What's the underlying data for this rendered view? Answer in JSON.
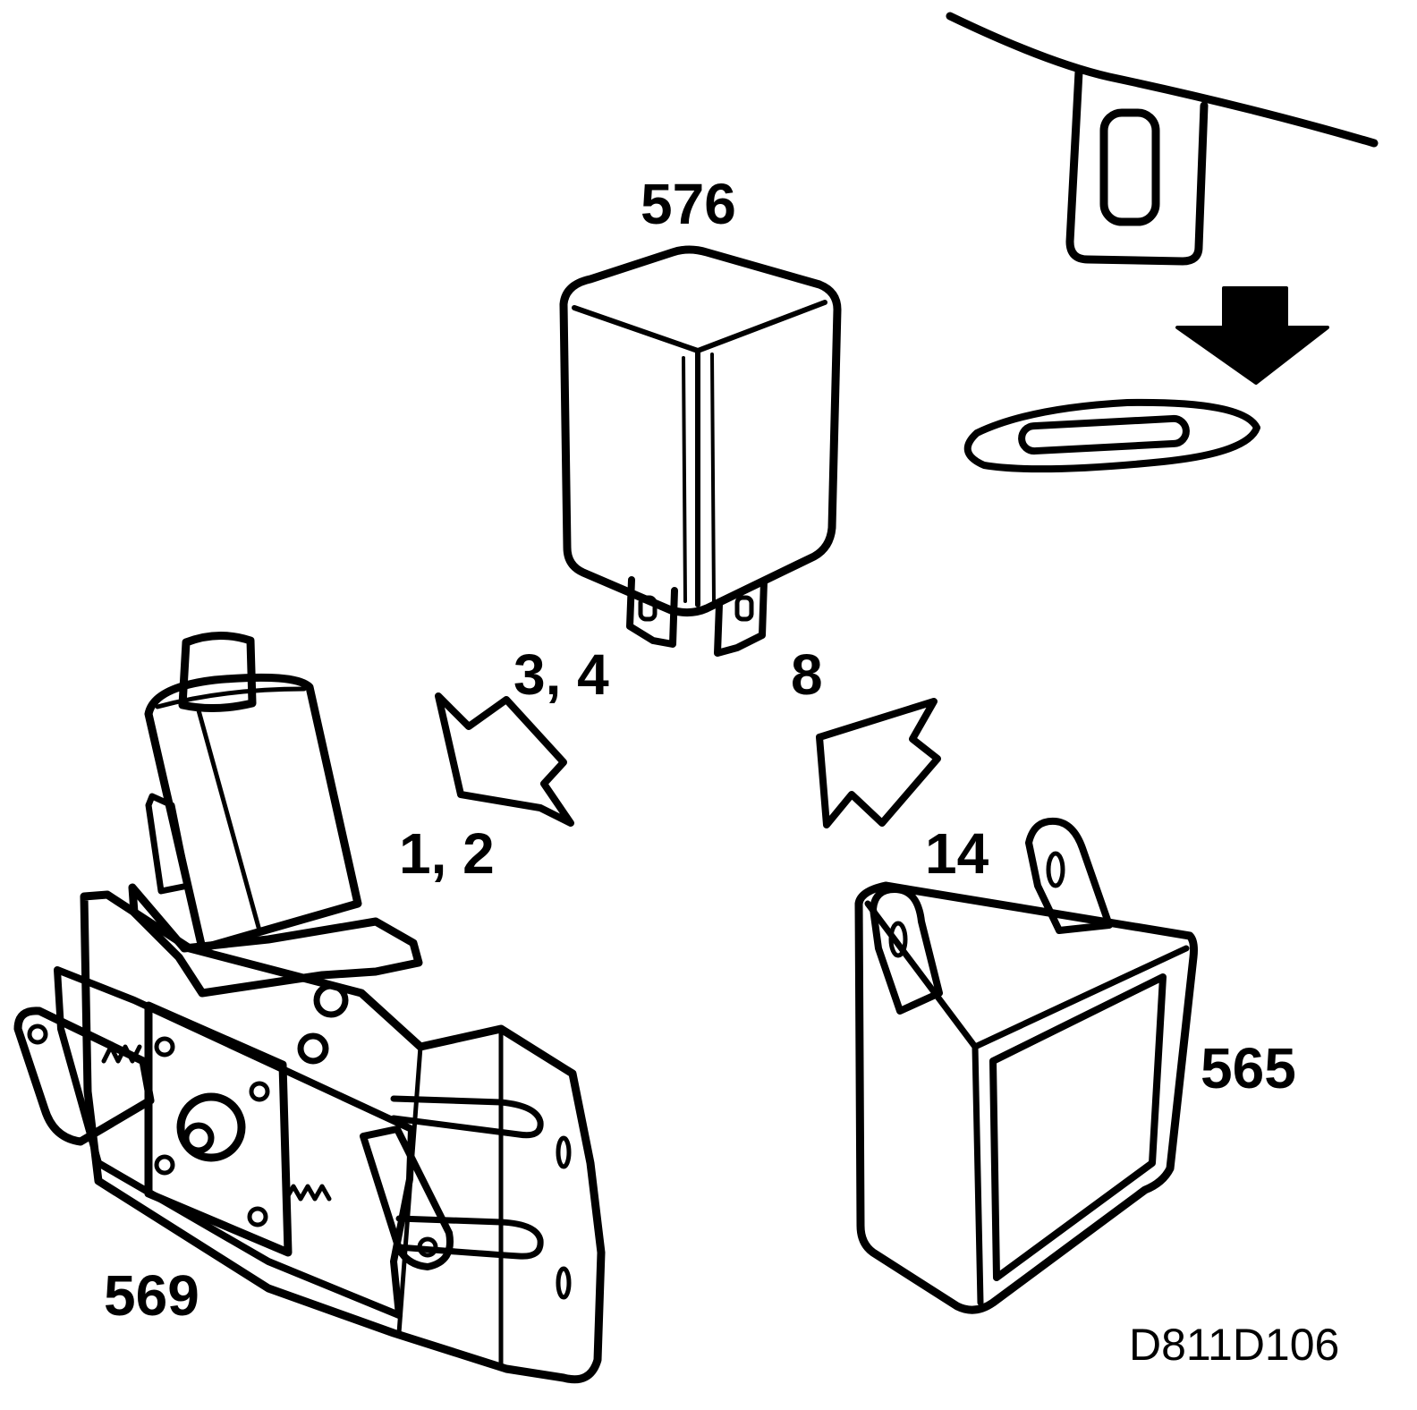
{
  "labels": {
    "relay": "576",
    "relay_steps_left": "3, 4",
    "relay_steps_right": "8",
    "actuator_steps": "1, 2",
    "module_steps": "14",
    "module": "565",
    "actuator": "569",
    "figure_code": "D811D106"
  },
  "colors": {
    "ink": "#000000",
    "paper": "#ffffff"
  },
  "icons": {
    "removal_arrow_left": "outline-arrow-up-left",
    "removal_arrow_right": "outline-arrow-up-right",
    "install_arrow": "solid-arrow-down"
  }
}
